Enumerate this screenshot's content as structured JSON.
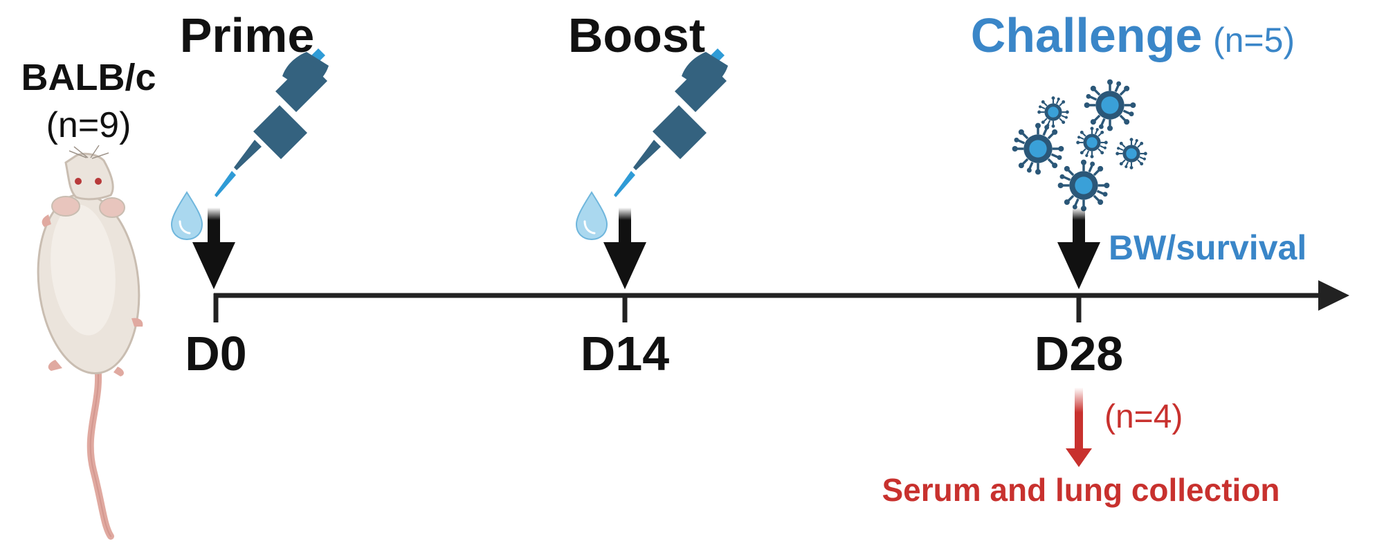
{
  "strain": {
    "name": "BALB/c",
    "count": "(n=9)"
  },
  "steps": [
    {
      "title": "Prime",
      "day": "D0"
    },
    {
      "title": "Boost",
      "day": "D14"
    },
    {
      "title": "Challenge",
      "title_count": "(n=5)",
      "day": "D28"
    }
  ],
  "outcomes": {
    "challenge_readout": "BW/survival",
    "collection_count": "(n=4)",
    "collection_label": "Serum and lung collection"
  },
  "icons": {
    "mouse": "mouse-icon",
    "pipette": "pipette-icon",
    "droplet": "droplet-icon",
    "virus": "virus-icon",
    "arrow": "down-arrow-icon"
  },
  "colors": {
    "text": "#111111",
    "accent_blue": "#3a86c8",
    "accent_red": "#c8312e",
    "pipette": "#34627f",
    "pipette_tip": "#2f9bd6",
    "droplet": "#aad8ef",
    "virus": "#2b5778",
    "virus_core": "#3aa0d8",
    "mouse_body": "#ebe4dc",
    "mouse_tail": "#e0a9a0"
  }
}
